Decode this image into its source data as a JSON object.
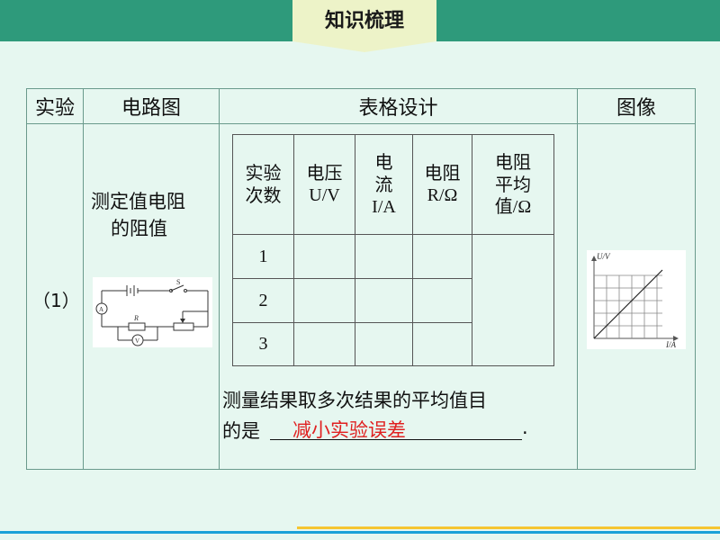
{
  "title": "知识梳理",
  "table": {
    "headers": [
      "实验",
      "电路图",
      "表格设计",
      "图像"
    ],
    "row": {
      "index": "（1）",
      "experiment_line1": "测定值电阻",
      "experiment_line2": "的阻值",
      "measure_note_line1": "测量结果取多次结果的平均值目",
      "measure_note_prefix": "的是",
      "measure_note_answer": "减小实验误差",
      "measure_note_end": "."
    }
  },
  "inner_table": {
    "col1": [
      "实验",
      "次数"
    ],
    "col2": [
      "电压",
      "U/V"
    ],
    "col3": [
      "电",
      "流",
      "I/A"
    ],
    "col4": [
      "电阻",
      "R/Ω"
    ],
    "col5": [
      "电阻",
      "平均",
      "值/Ω"
    ],
    "rows": [
      "1",
      "2",
      "3"
    ]
  },
  "circuit": {
    "labels": {
      "switch": "S",
      "resistor": "R",
      "ammeter": "A",
      "voltmeter": "V"
    }
  },
  "graph": {
    "ylabel": "U/V",
    "xlabel": "I/A"
  },
  "colors": {
    "band": "#2e9a7b",
    "page_bg": "#e6f7f0",
    "title_tab": "#edf3c8",
    "answer_red": "#e02020",
    "line_blue": "#1aa1d8",
    "line_yellow": "#f5c531"
  }
}
